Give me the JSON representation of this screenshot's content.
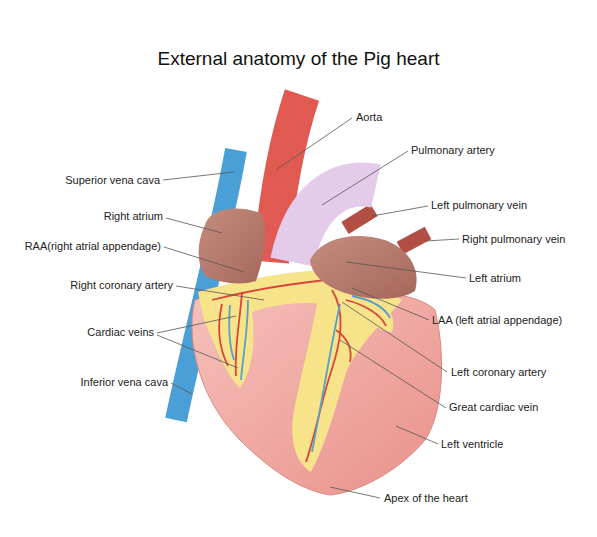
{
  "diagram": {
    "title": "External anatomy of the Pig heart",
    "labels": [
      "Aorta",
      "Pulmonary artery",
      "Superior vena cava",
      "Left pulmonary vein",
      "Right atrium",
      "Right pulmonary vein",
      "RAA(right atrial appendage)",
      "Left atrium",
      "Right coronary artery",
      "LAA (left atrial appendage)",
      "Cardiac veins",
      "Left coronary artery",
      "Inferior vena cava",
      "Great cardiac vein",
      "Left ventricle",
      "Apex of the heart"
    ]
  }
}
